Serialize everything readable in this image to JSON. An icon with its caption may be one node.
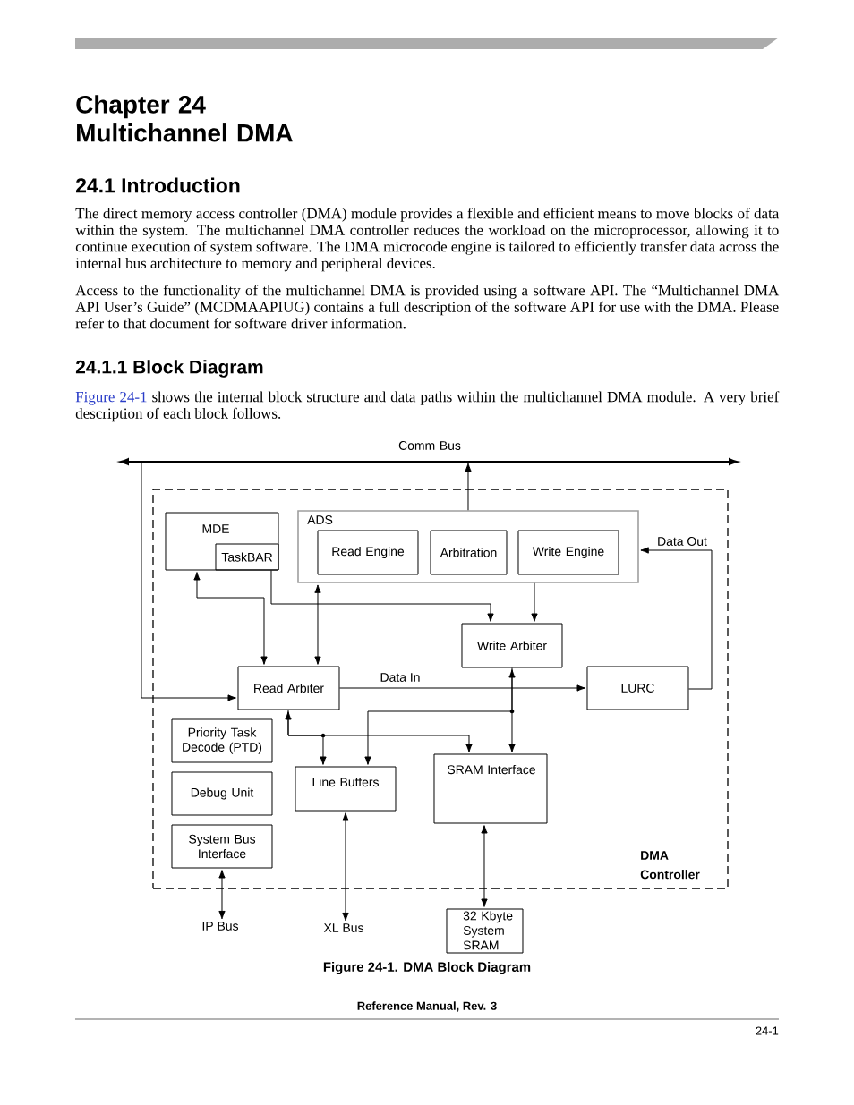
{
  "diagram": {
    "title": "Chapter 24 Multichannel DMA",
    "caption": "Figure 24-1. DMA Block Diagram",
    "nodes": [
      {
        "text": [
          "DMA Controller"
        ]
      },
      {
        "text": [
          "MDE"
        ],
        "in": 0
      },
      {
        "text": [
          "TaskBAR"
        ],
        "in": 1
      },
      {
        "text": [
          "ADS"
        ],
        "in": 0
      },
      {
        "text": [
          "Read Engine"
        ],
        "in": 3
      },
      {
        "text": [
          "Arbitration"
        ],
        "in": 3
      },
      {
        "text": [
          "Write Engine"
        ],
        "in": 3
      },
      {
        "text": [
          "Write Arbiter"
        ],
        "in": 0
      },
      {
        "text": [
          "Read Arbiter"
        ],
        "in": 0
      },
      {
        "text": [
          "LURC"
        ],
        "in": 0
      },
      {
        "text": [
          "Priority Task Decode (PTD)"
        ],
        "in": 0
      },
      {
        "text": [
          "Debug Unit"
        ],
        "in": 0
      },
      {
        "text": [
          "System Bus Interface"
        ],
        "in": 0
      },
      {
        "text": [
          "Line Buffers"
        ],
        "in": 0
      },
      {
        "text": [
          "SRAM Interface"
        ],
        "in": 0
      },
      {
        "text": [
          "Comm Bus"
        ]
      },
      {
        "text": [
          "IP Bus"
        ]
      },
      {
        "text": [
          "XL Bus"
        ]
      },
      {
        "text": [
          "32 Kbyte System SRAM"
        ]
      }
    ],
    "edges": [
      {
        "from": 3,
        "to": 15,
        "arrow": "to"
      },
      {
        "from": 15,
        "to": 8,
        "arrow": "to"
      },
      {
        "from": 9,
        "to": 3,
        "arrow": "to",
        "label": "Data Out"
      },
      {
        "from": 8,
        "to": 1,
        "arrow": "both"
      },
      {
        "from": 2,
        "to": 7,
        "arrow": "to"
      },
      {
        "from": 8,
        "to": 3,
        "arrow": "both"
      },
      {
        "from": 3,
        "to": 7,
        "arrow": "to"
      },
      {
        "from": 8,
        "to": 9,
        "arrow": "to",
        "label": "Data In"
      },
      {
        "from": 7,
        "to": 14,
        "arrow": "both"
      },
      {
        "from": 7,
        "to": 13,
        "arrow": "to"
      },
      {
        "from": 8,
        "to": 13,
        "arrow": "both"
      },
      {
        "from": 8,
        "to": 14,
        "arrow": "to"
      },
      {
        "from": 12,
        "to": 16,
        "arrow": "both"
      },
      {
        "from": 13,
        "to": 17,
        "arrow": "both"
      },
      {
        "from": 14,
        "to": 18,
        "arrow": "both"
      }
    ],
    "labels": [
      "24.1 Introduction",
      "The direct memory access controller (DMA) module provides a flexible and efficient means to move blocks of data within the system. The multichannel DMA controller reduces the workload on the microprocessor, allowing it to continue execution of system software. The DMA microcode engine is tailored to efficiently transfer data across the internal bus architecture to memory and peripheral devices.",
      "Access to the functionality of the multichannel DMA is provided using a software API. The “Multichannel DMA API User’s Guide” (MCDMAAPIUG) contains a full description of the software API for use with the DMA. Please refer to that document for software driver information.",
      "24.1.1 Block Diagram",
      "Figure 24-1",
      "shows the internal block structure and data paths within the multichannel DMA module. A very brief description of each block follows.",
      "Reference Manual, Rev. 3",
      "24-1"
    ]
  }
}
